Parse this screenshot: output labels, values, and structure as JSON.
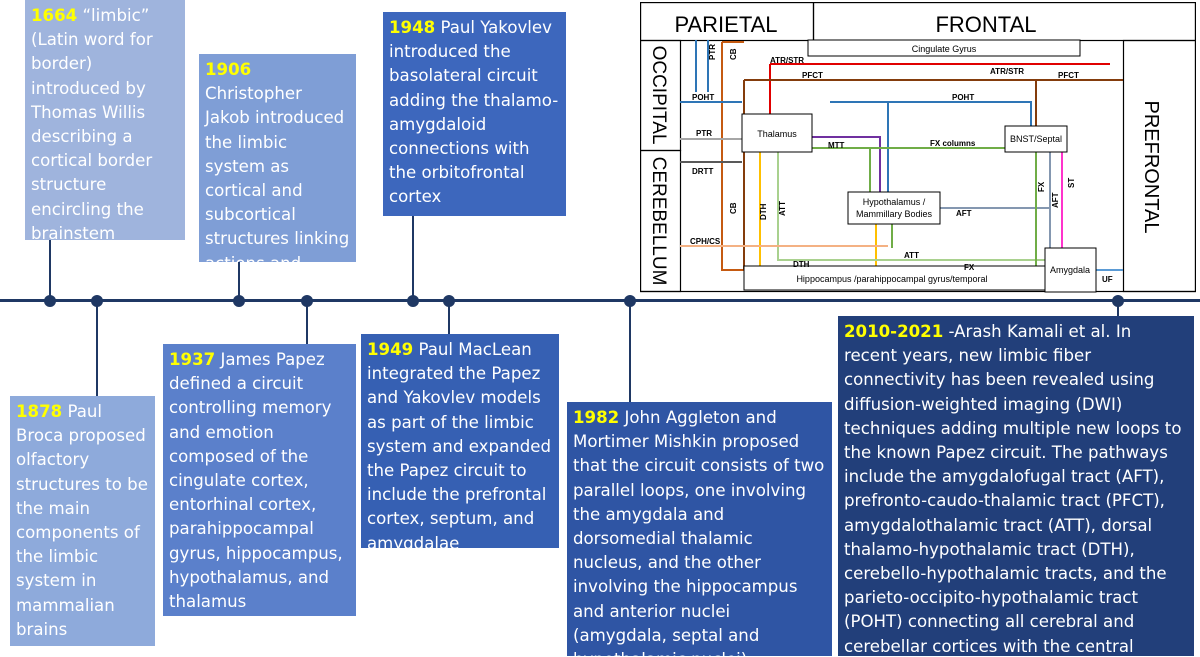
{
  "events": [
    {
      "id": "e1664",
      "year": "1664",
      "text": " “limbic” (Latin word for border) introduced by Thomas Willis describing a cortical border structure encircling the brainstem",
      "color": "#9fb4dd"
    },
    {
      "id": "e1878",
      "year": "1878",
      "text": " Paul Broca proposed olfactory structures to be the main components of the limbic system in mammalian brains",
      "color": "#8eaadb"
    },
    {
      "id": "e1906",
      "year": "1906",
      "text": " Christopher Jakob introduced the limbic system as cortical and subcortical structures linking actions and emotions",
      "color": "#7f9ed6"
    },
    {
      "id": "e1937",
      "year": "1937",
      "text": " James Papez defined a circuit controlling memory and emotion composed of the cingulate cortex, entorhinal cortex, parahippocampal gyrus, hippocampus, hypothalamus, and thalamus",
      "color": "#5b80cb"
    },
    {
      "id": "e1948",
      "year": "1948",
      "text": " Paul Yakovlev introduced the basolateral circuit adding the thalamo-amygdaloid connections with the orbitofrontal cortex",
      "color": "#3d67bd"
    },
    {
      "id": "e1949",
      "year": "1949",
      "text": " Paul MacLean integrated the Papez and Yakovlev models as part of the limbic system and expanded the Papez circuit to include the prefrontal cortex, septum, and amygdalae",
      "color": "#3660b3"
    },
    {
      "id": "e1982",
      "year": "1982",
      "text": " John Aggleton and Mortimer Mishkin proposed that the circuit consists of two parallel loops, one involving the amygdala and dorsomedial thalamic nucleus, and the other involving the hippocampus and anterior nuclei (amygdala, septal and hypothalamic nuclei)",
      "color": "#2f55a4"
    },
    {
      "id": "e2010",
      "year": "2010-2021",
      "text": " -Arash Kamali et al. In recent years, new limbic fiber connectivity has been revealed using diffusion-weighted imaging (DWI) techniques adding multiple new loops to the known Papez circuit. The pathways include the amygdalofugal tract (AFT), prefronto-caudo-thalamic tract (PFCT), amygdalothalamic tract (ATT), dorsal thalamo-hypothalamic tract (DTH), cerebello-hypothalamic tracts, and the parieto-occipito-hypothalamic tract (POHT) connecting all cerebral and cerebellar cortices with the central limbic nuclei",
      "color": "#223f7a"
    }
  ],
  "diagram": {
    "regions": {
      "parietal": "PARIETAL",
      "frontal": "FRONTAL",
      "occipital": "OCCIPITAL",
      "cerebellum": "CEREBELLUM",
      "prefrontal": "PREFRONTAL"
    },
    "nodes": {
      "cingulate": "Cingulate Gyrus",
      "thalamus": "Thalamus",
      "bnst": "BNST/Septal",
      "hypo1": "Hypothalamus /",
      "hypo2": "Mammillary Bodies",
      "hippo": "Hippocampus /parahippocampal gyrus/temporal",
      "amygdala": "Amygdala"
    },
    "tracts": {
      "ptr": "PTR",
      "cb": "CB",
      "atrstr": "ATR/STR",
      "pfct": "PFCT",
      "poht": "POHT",
      "mtt": "MTT",
      "fxcol": "FX columns",
      "drtt": "DRTT",
      "dth": "DTH",
      "att": "ATT",
      "aft": "AFT",
      "fx": "FX",
      "st": "ST",
      "cphcs": "CPH/CS",
      "uf": "UF"
    }
  }
}
